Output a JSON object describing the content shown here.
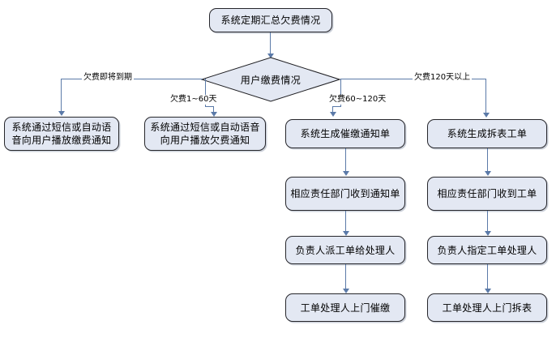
{
  "diagram": {
    "title_node": {
      "label": "系统定期汇总欠费情况"
    },
    "decision": {
      "label": "用户缴费情况"
    },
    "edge_labels": {
      "branch1": "欠费即将到期",
      "branch2": "欠费1~60天",
      "branch3": "欠费60~120天",
      "branch4": "欠费120天以上"
    },
    "columns": [
      {
        "id": "col1",
        "nodes": [
          {
            "label": "系统通过短信或自动语音向用户播放缴费通知"
          }
        ]
      },
      {
        "id": "col2",
        "nodes": [
          {
            "label": "系统通过短信或自动语音向用户播放欠费通知"
          }
        ]
      },
      {
        "id": "col3",
        "nodes": [
          {
            "label": "系统生成催缴通知单"
          },
          {
            "label": "相应责任部门收到通知单"
          },
          {
            "label": "负责人派工单给处理人"
          },
          {
            "label": "工单处理人上门催缴"
          }
        ]
      },
      {
        "id": "col4",
        "nodes": [
          {
            "label": "系统生成拆表工单"
          },
          {
            "label": "相应责任部门收到工单"
          },
          {
            "label": "负责人指定工单处理人"
          },
          {
            "label": "工单处理人上门拆表"
          }
        ]
      }
    ],
    "colors": {
      "node_fill": "#e3e8f3",
      "node_border": "#26262b",
      "connector": "#5b7aa8",
      "background": "#ffffff",
      "text": "#000000"
    }
  }
}
